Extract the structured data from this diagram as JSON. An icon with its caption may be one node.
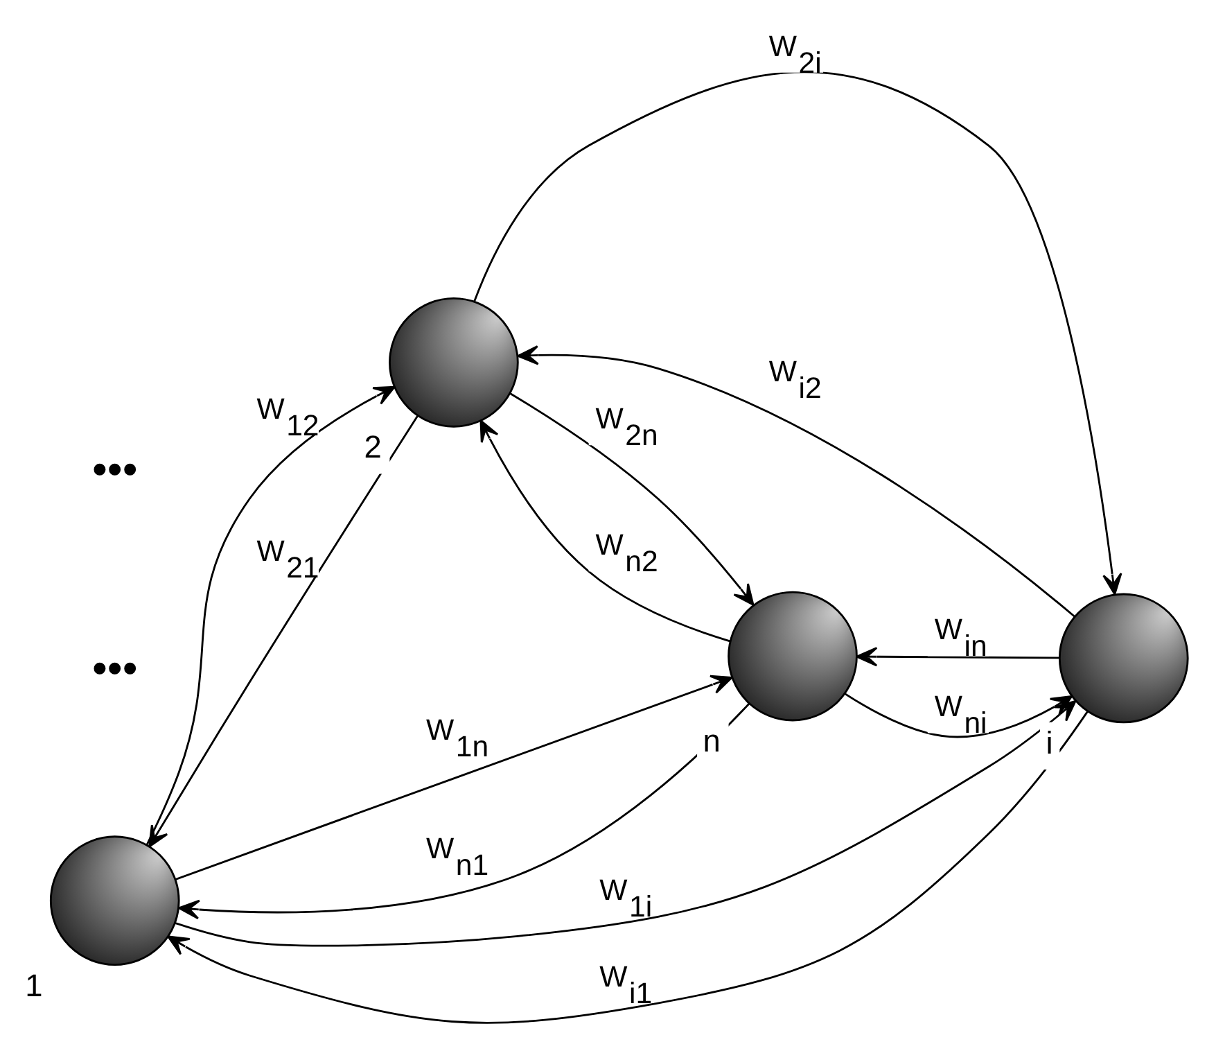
{
  "diagram": {
    "nodes": [
      {
        "text": [],
        "shape": "circle",
        "beside": [
          "1"
        ]
      },
      {
        "text": [],
        "shape": "circle",
        "beside": [
          "2"
        ]
      },
      {
        "text": [],
        "shape": "circle",
        "beside": [
          "i"
        ]
      },
      {
        "text": [],
        "shape": "circle",
        "beside": [
          "n"
        ]
      }
    ],
    "edges": [
      {
        "from": 0,
        "to": 1,
        "arrow": "to",
        "label": "W$_{12}$"
      },
      {
        "from": 0,
        "to": 2,
        "arrow": "to",
        "label": "W$_{1i}$"
      },
      {
        "from": 0,
        "to": 3,
        "arrow": "to",
        "label": "W$_{1n}$"
      },
      {
        "from": 1,
        "to": 0,
        "arrow": "to",
        "label": "W$_{21}$"
      },
      {
        "from": 1,
        "to": 2,
        "arrow": "to",
        "label": "W$_{2i}$"
      },
      {
        "from": 1,
        "to": 3,
        "arrow": "to",
        "label": "W$_{2n}$"
      },
      {
        "from": 2,
        "to": 0,
        "arrow": "to",
        "label": "W$_{i1}$"
      },
      {
        "from": 2,
        "to": 1,
        "arrow": "to",
        "label": "W$_{i2}$"
      },
      {
        "from": 2,
        "to": 3,
        "arrow": "to",
        "label": "W$_{in}$"
      },
      {
        "from": 3,
        "to": 0,
        "arrow": "to",
        "label": "W$_{n1}$"
      },
      {
        "from": 3,
        "to": 1,
        "arrow": "to",
        "label": "W$_{n2}$"
      },
      {
        "from": 3,
        "to": 2,
        "arrow": "to",
        "label": "W$_{ni}$"
      }
    ],
    "labels": [
      "•••",
      "•••"
    ]
  }
}
